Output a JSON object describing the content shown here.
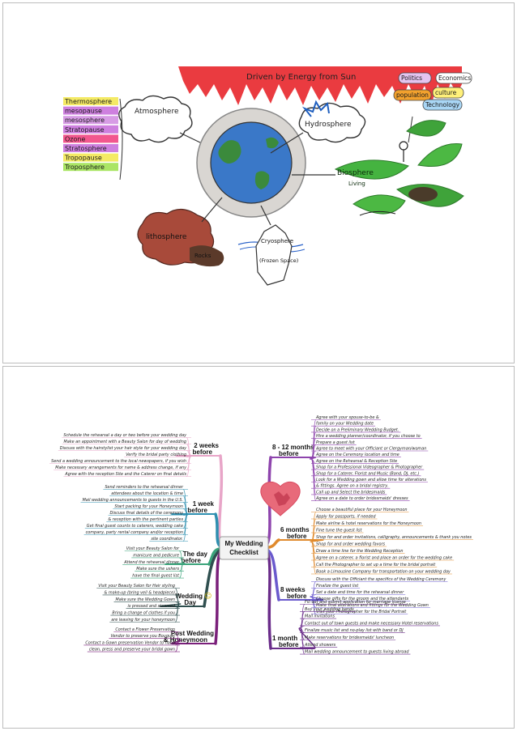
{
  "drawing": {
    "sun_label": "Driven by Energy from Sun",
    "atmosphere": "Atmosphere",
    "hydrosphere": "Hydrosphere",
    "lithosphere": "lithosphere",
    "lithosphere_sub": "Rocks",
    "cryosphere": "Cryosphere",
    "cryosphere_sub": "(Frozen Space)",
    "biosphere": "Biosphere",
    "biosphere_sub": "Living",
    "layers": [
      {
        "label": "Thermosphere",
        "color": "#f2e64a"
      },
      {
        "label": "mesopause",
        "color": "#c66ad9"
      },
      {
        "label": "mesosphere",
        "color": "#d08be0"
      },
      {
        "label": "Stratopause",
        "color": "#c66ad9"
      },
      {
        "label": "Ozone",
        "color": "#f03a7a"
      },
      {
        "label": "Stratosphere",
        "color": "#c66ad9"
      },
      {
        "label": "Tropopause",
        "color": "#f2e64a"
      },
      {
        "label": "Troposphere",
        "color": "#9be04a"
      }
    ],
    "human_factors": [
      {
        "label": "Politics",
        "color": "#e4c4ef"
      },
      {
        "label": "Economics",
        "color": "#ffffff"
      },
      {
        "label": "population",
        "color": "#f2a12d"
      },
      {
        "label": "culture",
        "color": "#fff07a"
      },
      {
        "label": "Technology",
        "color": "#a9d6f5"
      }
    ]
  },
  "mindmap": {
    "center": {
      "line1": "My Wedding",
      "line2": "Checklist"
    },
    "branches": [
      {
        "line1": "8 - 12 months",
        "line2": "before",
        "color": "#8e44ad",
        "items": [
          "Agree with your spouse-to-be &",
          "family on your Wedding date",
          "Decide on a Preliminary Wedding Budget.",
          "Hire a wedding planner/coordinator, if you choose to",
          "Prepare a guest list",
          "Agree to meet with your Officiant or Clergyman/woman",
          "Agree on the Ceremony location and time",
          "Agree on the Rehearsal & Reception Site",
          "Shop for a Professional Videographer & Photographer",
          "Shop for a Caterer, Florist and Music (Band, DJ, etc.)",
          "Look for a Wedding gown and allow time for alterations",
          "& fittings. Agree on a bridal registry.",
          "Call up and Select the bridesmaids",
          "Agree on a date to order bridesmaids' dresses"
        ]
      },
      {
        "line1": "6 months",
        "line2": "before",
        "color": "#e08a2c",
        "items": [
          "Choose a beautiful place for your Honeymoon",
          "Apply for passports, if needed",
          "Make airline & hotel reservations for the Honeymoon",
          "Fine tune the guest list",
          "Shop for and order invitations, calligraphy, announcements & thank you notes",
          "Shop for and order wedding favors",
          "Draw a time line for the Wedding Reception",
          "Agree on a caterer, a florist and place an order for the wedding cake",
          "Call the Photographer to set up a time for the bridal portrait",
          "Book a Limousine Company for transportation on your wedding day"
        ]
      },
      {
        "line1": "8 weeks",
        "line2": "before",
        "color": "#6a5acd",
        "items": [
          "Discuss with the Officiant the specifics of the Wedding Ceremony",
          "Finalize the guest list",
          "Set a date and time for the rehearsal dinner",
          "Choose gifts for the groom and the attendants",
          "Make final alterations and fittings for the Wedding Gown",
          "Visit your Photographer for the Bridal Portrait"
        ]
      },
      {
        "line1": "1 month",
        "line2": "before",
        "color": "#6a2c8a",
        "items": [
          "Fill out and submit application for marriage license",
          "Buy your wedding bands",
          "Mail invitations",
          "Contact out of town guests and make necessary Hotel reservations",
          "Finalize music list and no-play list with band or DJ",
          "Make reservations for bridesmaids' luncheon",
          "Attend showers",
          "Mail wedding announcement to guests living abroad"
        ]
      },
      {
        "line1": "2 weeks",
        "line2": "before",
        "color": "#e8a5c8",
        "items": [
          "Schedule the rehearsal a day or two before your wedding day",
          "Make an appointment with a Beauty Salon for day of wedding",
          "Discuss with the hairstylist your hair style for your wedding day",
          "Verify the bridal party clothing",
          "Send a wedding announcement to the local newspapers, if you wish",
          "Make necessary arrangements for name & address change, if any",
          "Agree with the reception Site and the Caterer on final details"
        ]
      },
      {
        "line1": "1 week",
        "line2": "before",
        "color": "#2e8fb0",
        "items": [
          "Send reminders to the rehearsal dinner",
          "attendees about the location & time",
          "Mail wedding announcements to guests in the U.S.",
          "Start packing for your Honeymoon",
          "Discuss final details of the ceremony",
          "& reception with the pertinent parties",
          "Get final guest counts to caterers, wedding cake",
          "company, party rental company and/or reception",
          "site coordinator."
        ]
      },
      {
        "line1": "The day",
        "line2": "before",
        "color": "#3aa37a",
        "items": [
          "Visit your Beauty Salon for",
          "manicure and pedicure",
          "Attend the rehearsal dinner",
          "Make sure the ushers",
          "have the final guest list"
        ]
      },
      {
        "line1": "Wedding",
        "line2": "Day",
        "color": "#2f4f4f",
        "emoji": "☺",
        "items": [
          "Visit your Beauty Salon for Hair styling",
          "& make-up (bring veil & headpiece)",
          "Make sure the Wedding Gown",
          "is pressed and steamed",
          "Bring a change of clothes if you",
          "are leaving for your honeymoon"
        ]
      },
      {
        "line1": "Post Wedding",
        "line2": "& Honeymoon",
        "color": "#7a1f7a",
        "items": [
          "Contact a Flower Preservation",
          "Vendor to preserve you Bouquet",
          "Contact a Gown preservation Vendor to hand",
          "clean, press and preserve your bridal gown"
        ]
      }
    ]
  }
}
